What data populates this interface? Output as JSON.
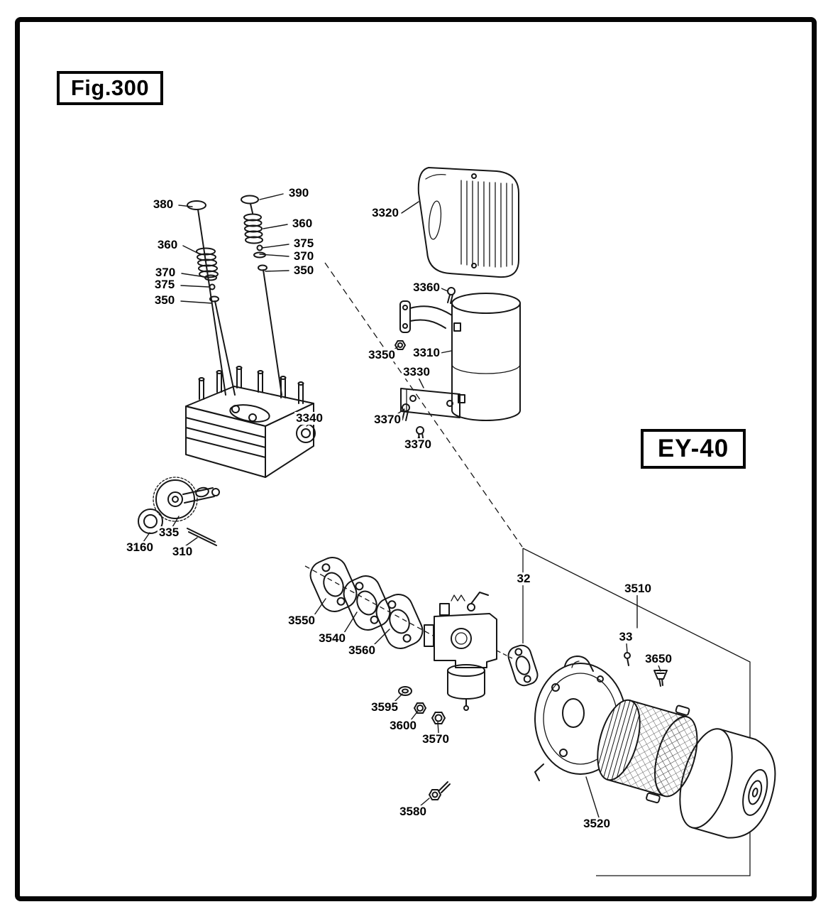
{
  "figure": {
    "title": "Fig.300",
    "model": "EY-40"
  },
  "labels": [
    {
      "part": "380"
    },
    {
      "part": "390"
    },
    {
      "part": "360"
    },
    {
      "part": "375"
    },
    {
      "part": "370"
    },
    {
      "part": "350"
    },
    {
      "part": "360"
    },
    {
      "part": "370"
    },
    {
      "part": "375"
    },
    {
      "part": "350"
    },
    {
      "part": "3320"
    },
    {
      "part": "3360"
    },
    {
      "part": "3350"
    },
    {
      "part": "3310"
    },
    {
      "part": "3330"
    },
    {
      "part": "3370"
    },
    {
      "part": "3370"
    },
    {
      "part": "3340"
    },
    {
      "part": "335"
    },
    {
      "part": "3160"
    },
    {
      "part": "310"
    },
    {
      "part": "3550"
    },
    {
      "part": "3540"
    },
    {
      "part": "3560"
    },
    {
      "part": "32"
    },
    {
      "part": "3510"
    },
    {
      "part": "33"
    },
    {
      "part": "3650"
    },
    {
      "part": "3595"
    },
    {
      "part": "3600"
    },
    {
      "part": "3570"
    },
    {
      "part": "3580"
    },
    {
      "part": "3520"
    }
  ]
}
